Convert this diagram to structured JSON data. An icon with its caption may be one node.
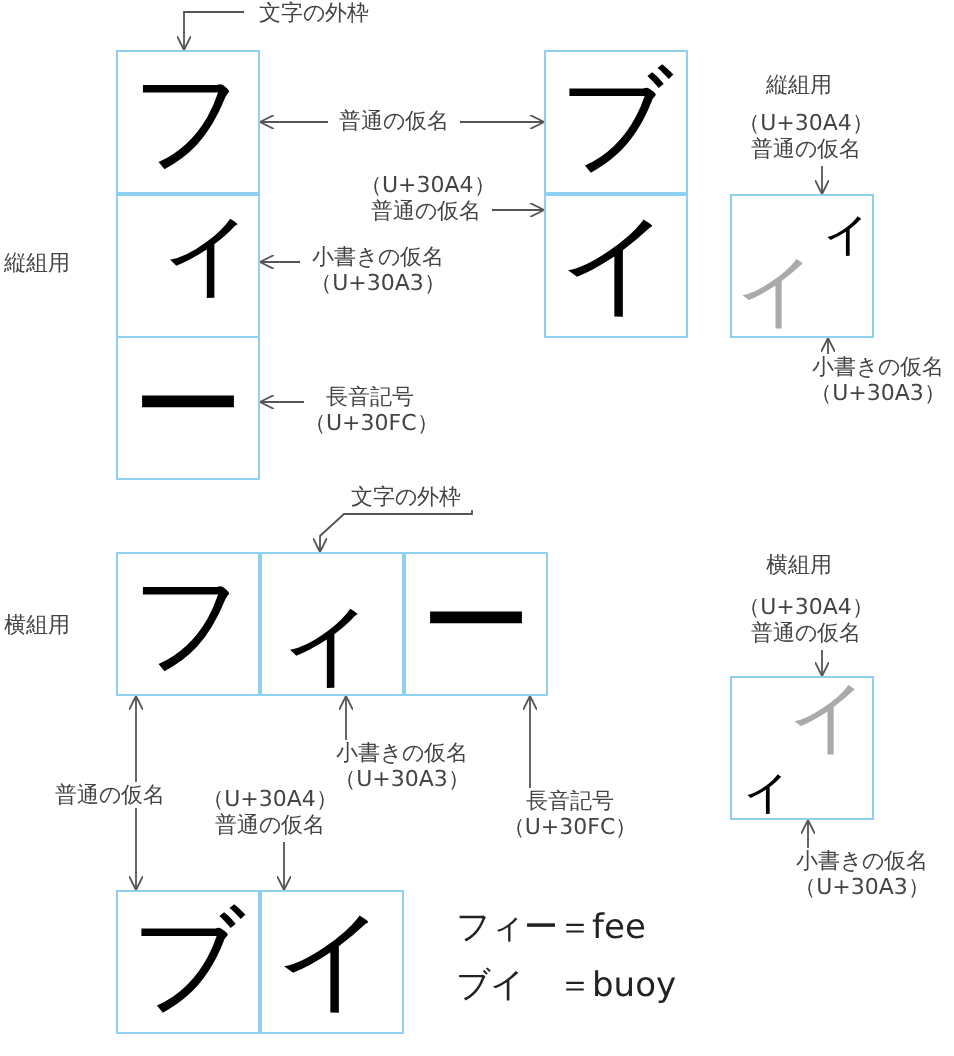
{
  "diagram": {
    "nodes": [
      {
        "text": [
          "文字の外枠"
        ]
      },
      {
        "text": [
          "フ"
        ]
      },
      {
        "text": [
          "ィ"
        ]
      },
      {
        "text": [
          "ー"
        ]
      },
      {
        "text": [
          "普通の仮名"
        ]
      },
      {
        "text": [
          "小書きの仮名",
          "（U+30A3）"
        ]
      },
      {
        "text": [
          "長音記号",
          "（U+30FC）"
        ]
      },
      {
        "text": [
          "ブ"
        ]
      },
      {
        "text": [
          "イ"
        ]
      },
      {
        "text": [
          "（U+30A4）",
          "普通の仮名"
        ]
      },
      {
        "text": [
          "イ",
          "ィ"
        ]
      },
      {
        "text": [
          "（U+30A4）",
          "普通の仮名"
        ]
      },
      {
        "text": [
          "小書きの仮名",
          "（U+30A3）"
        ]
      },
      {
        "text": [
          "文字の外枠"
        ]
      },
      {
        "text": [
          "フ"
        ]
      },
      {
        "text": [
          "ィ"
        ]
      },
      {
        "text": [
          "ー"
        ]
      },
      {
        "text": [
          "普通の仮名"
        ]
      },
      {
        "text": [
          "小書きの仮名",
          "（U+30A3）"
        ]
      },
      {
        "text": [
          "長音記号",
          "（U+30FC）"
        ]
      },
      {
        "text": [
          "（U+30A4）",
          "普通の仮名"
        ]
      },
      {
        "text": [
          "ブ"
        ]
      },
      {
        "text": [
          "イ"
        ]
      },
      {
        "text": [
          "イ",
          "ィ"
        ]
      },
      {
        "text": [
          "（U+30A4）",
          "普通の仮名"
        ]
      },
      {
        "text": [
          "小書きの仮名",
          "（U+30A3）"
        ]
      }
    ],
    "edges": [
      {
        "from": 0,
        "to": 1,
        "arrow": "to"
      },
      {
        "from": 4,
        "to": 1,
        "arrow": "to"
      },
      {
        "from": 4,
        "to": 7,
        "arrow": "to"
      },
      {
        "from": 5,
        "to": 2,
        "arrow": "to"
      },
      {
        "from": 6,
        "to": 3,
        "arrow": "to"
      },
      {
        "from": 9,
        "to": 8,
        "arrow": "to"
      },
      {
        "from": 11,
        "to": 10,
        "arrow": "to"
      },
      {
        "from": 12,
        "to": 10,
        "arrow": "to"
      },
      {
        "from": 13,
        "to": 15,
        "arrow": "to"
      },
      {
        "from": 17,
        "to": 14,
        "arrow": "to"
      },
      {
        "from": 17,
        "to": 21,
        "arrow": "to"
      },
      {
        "from": 18,
        "to": 15,
        "arrow": "to"
      },
      {
        "from": 19,
        "to": 16,
        "arrow": "to"
      },
      {
        "from": 20,
        "to": 22,
        "arrow": "to"
      },
      {
        "from": 24,
        "to": 23,
        "arrow": "to"
      },
      {
        "from": 25,
        "to": 23,
        "arrow": "to"
      }
    ],
    "labels": [
      "縦組用",
      "縦組用",
      "横組用",
      "横組用",
      "フィー＝fee",
      "ブイ　＝buoy"
    ]
  }
}
